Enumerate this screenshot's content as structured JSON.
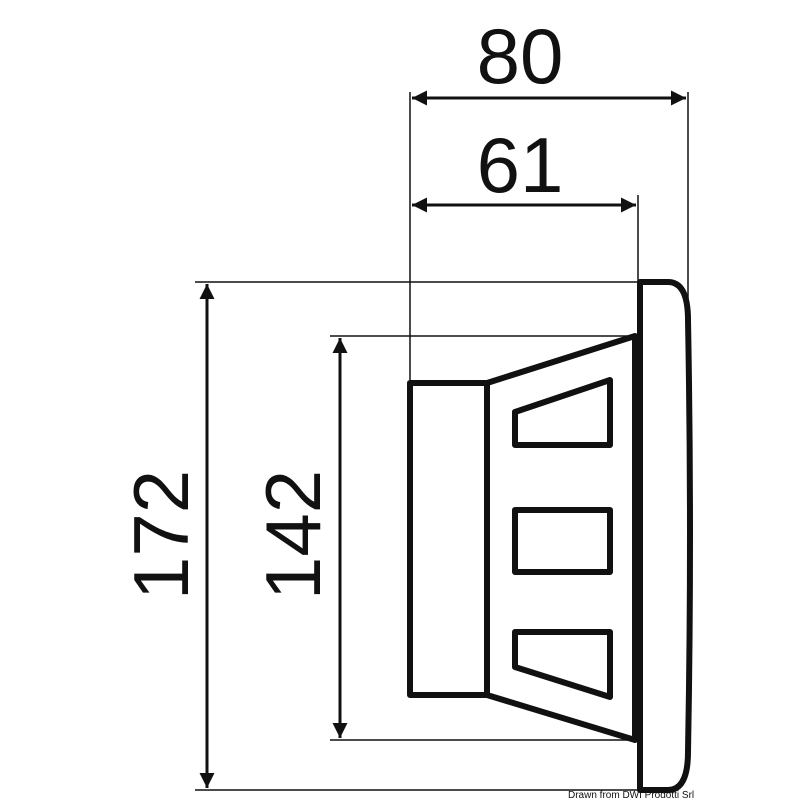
{
  "dimensions": {
    "overall_depth": "80",
    "body_depth": "61",
    "overall_height": "172",
    "body_height": "142"
  },
  "watermark": "Drawn from DWI Prodotti Srl",
  "colors": {
    "line": "#111111",
    "background": "#ffffff"
  }
}
